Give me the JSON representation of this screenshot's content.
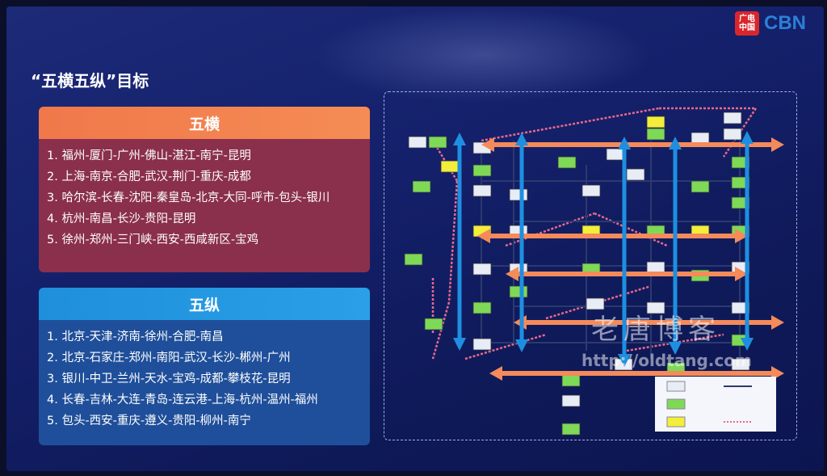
{
  "slide": {
    "title": "“五横五纵”目标",
    "logo": {
      "mark": "广电\n中国",
      "text": "CBN"
    },
    "heng": {
      "heading": "五横",
      "items": [
        "1. 福州-厦门-广州-佛山-湛江-南宁-昆明",
        "2. 上海-南京-合肥-武汉-荆门-重庆-成都",
        "3. 哈尔滨-长春-沈阳-秦皇岛-北京-大同-呼市-包头-银川",
        "4. 杭州-南昌-长沙-贵阳-昆明",
        "5. 徐州-郑州-三门峡-西安-西咸新区-宝鸡"
      ]
    },
    "zong": {
      "heading": "五纵",
      "items": [
        "1. 北京-天津-济南-徐州-合肥-南昌",
        "2. 北京-石家庄-郑州-南阳-武汉-长沙-郴州-广州",
        "3. 银川-中卫-兰州-天水-宝鸡-成都-攀枝花-昆明",
        "4. 长春-吉林-大连-青岛-连云港-上海-杭州-温州-福州",
        "5. 包头-西安-重庆-遵义-贵阳-柳州-南宁"
      ]
    }
  },
  "watermark": {
    "cn": "老唐博客",
    "url": "http://oldtang.com"
  },
  "colors": {
    "heng_arrow": "#f58a5a",
    "zong_arrow": "#1e8fe0",
    "node_white": "#e8ecf4",
    "node_green": "#7ed957",
    "node_yellow": "#f2ee3a",
    "link_existing": "#2b3a6e",
    "link_planned": "#e86a8a"
  }
}
